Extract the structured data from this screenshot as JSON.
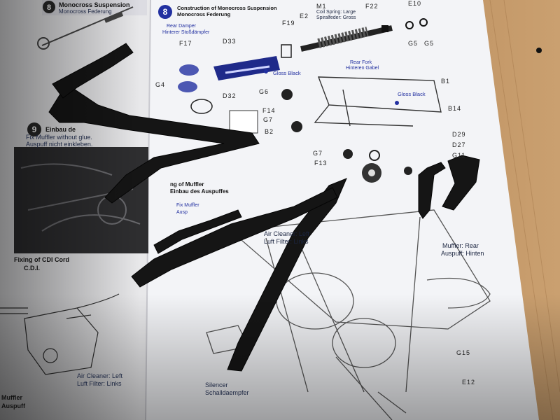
{
  "manual": {
    "step8": {
      "number": "8",
      "title_en": "Construction of Monocross Suspension",
      "title_de": "Monocross Federung",
      "rear_damper_en": "Rear Damper",
      "rear_damper_de": "Hinterer Stoßdämpfer",
      "coil_spring_en": "Coil Spring: Large",
      "coil_spring_de": "Spiralfeder: Gross",
      "rear_fork_en": "Rear Fork",
      "rear_fork_de": "Hinteren Gabel",
      "gloss_black_1": "Gloss Black",
      "gloss_black_2": "Gloss Black",
      "parts": [
        "M1",
        "E2",
        "F22",
        "E10",
        "F19",
        "F17",
        "D33",
        "G4",
        "D32",
        "G6",
        "B1",
        "B14",
        "F14",
        "G7",
        "B2",
        "D29",
        "D27",
        "G7",
        "F13",
        "G11",
        "G5",
        "G5"
      ]
    },
    "step8_prev": {
      "title_en": "Monocross Suspension",
      "title_de": "Monocross Federung"
    },
    "step9": {
      "number": "9",
      "title_de_fragment": "Einbau de",
      "fix_en": "Fix Muffler without glue.",
      "fix_de": "Auspuff nicht einkleben."
    },
    "muffler": {
      "title_en_fragment": "ng of Muffler",
      "title_de": "Einbau des Auspuffes",
      "note_en_fragment": "Fix Muffler",
      "note_de_fragment": "Ausp",
      "air_cleaner_en": "Air Cleaner: Left",
      "air_cleaner_de": "Luft Filter: Links",
      "muffler_rear_en": "Muffler: Rear",
      "muffler_rear_de": "Auspuff: Hinten",
      "silencer_en": "Silencer",
      "silencer_de": "Schalldaempfer",
      "parts": [
        "G15",
        "E12"
      ]
    },
    "cdi": {
      "title_en": "Fixing of CDI Cord",
      "title_de": "C.D.I.",
      "air_cleaner_en": "Air Cleaner: Left",
      "air_cleaner_de": "Luft Filter: Links"
    },
    "left_edge": {
      "muffler_fragment": "Muffler",
      "auspuff_fragment": "Auspuff"
    }
  },
  "colors": {
    "desk": "#b98a5c",
    "paper": "#f2f3f6",
    "ink": "#1b2540",
    "blue_accent": "#2230a0",
    "plastic_parts": "#141414"
  }
}
